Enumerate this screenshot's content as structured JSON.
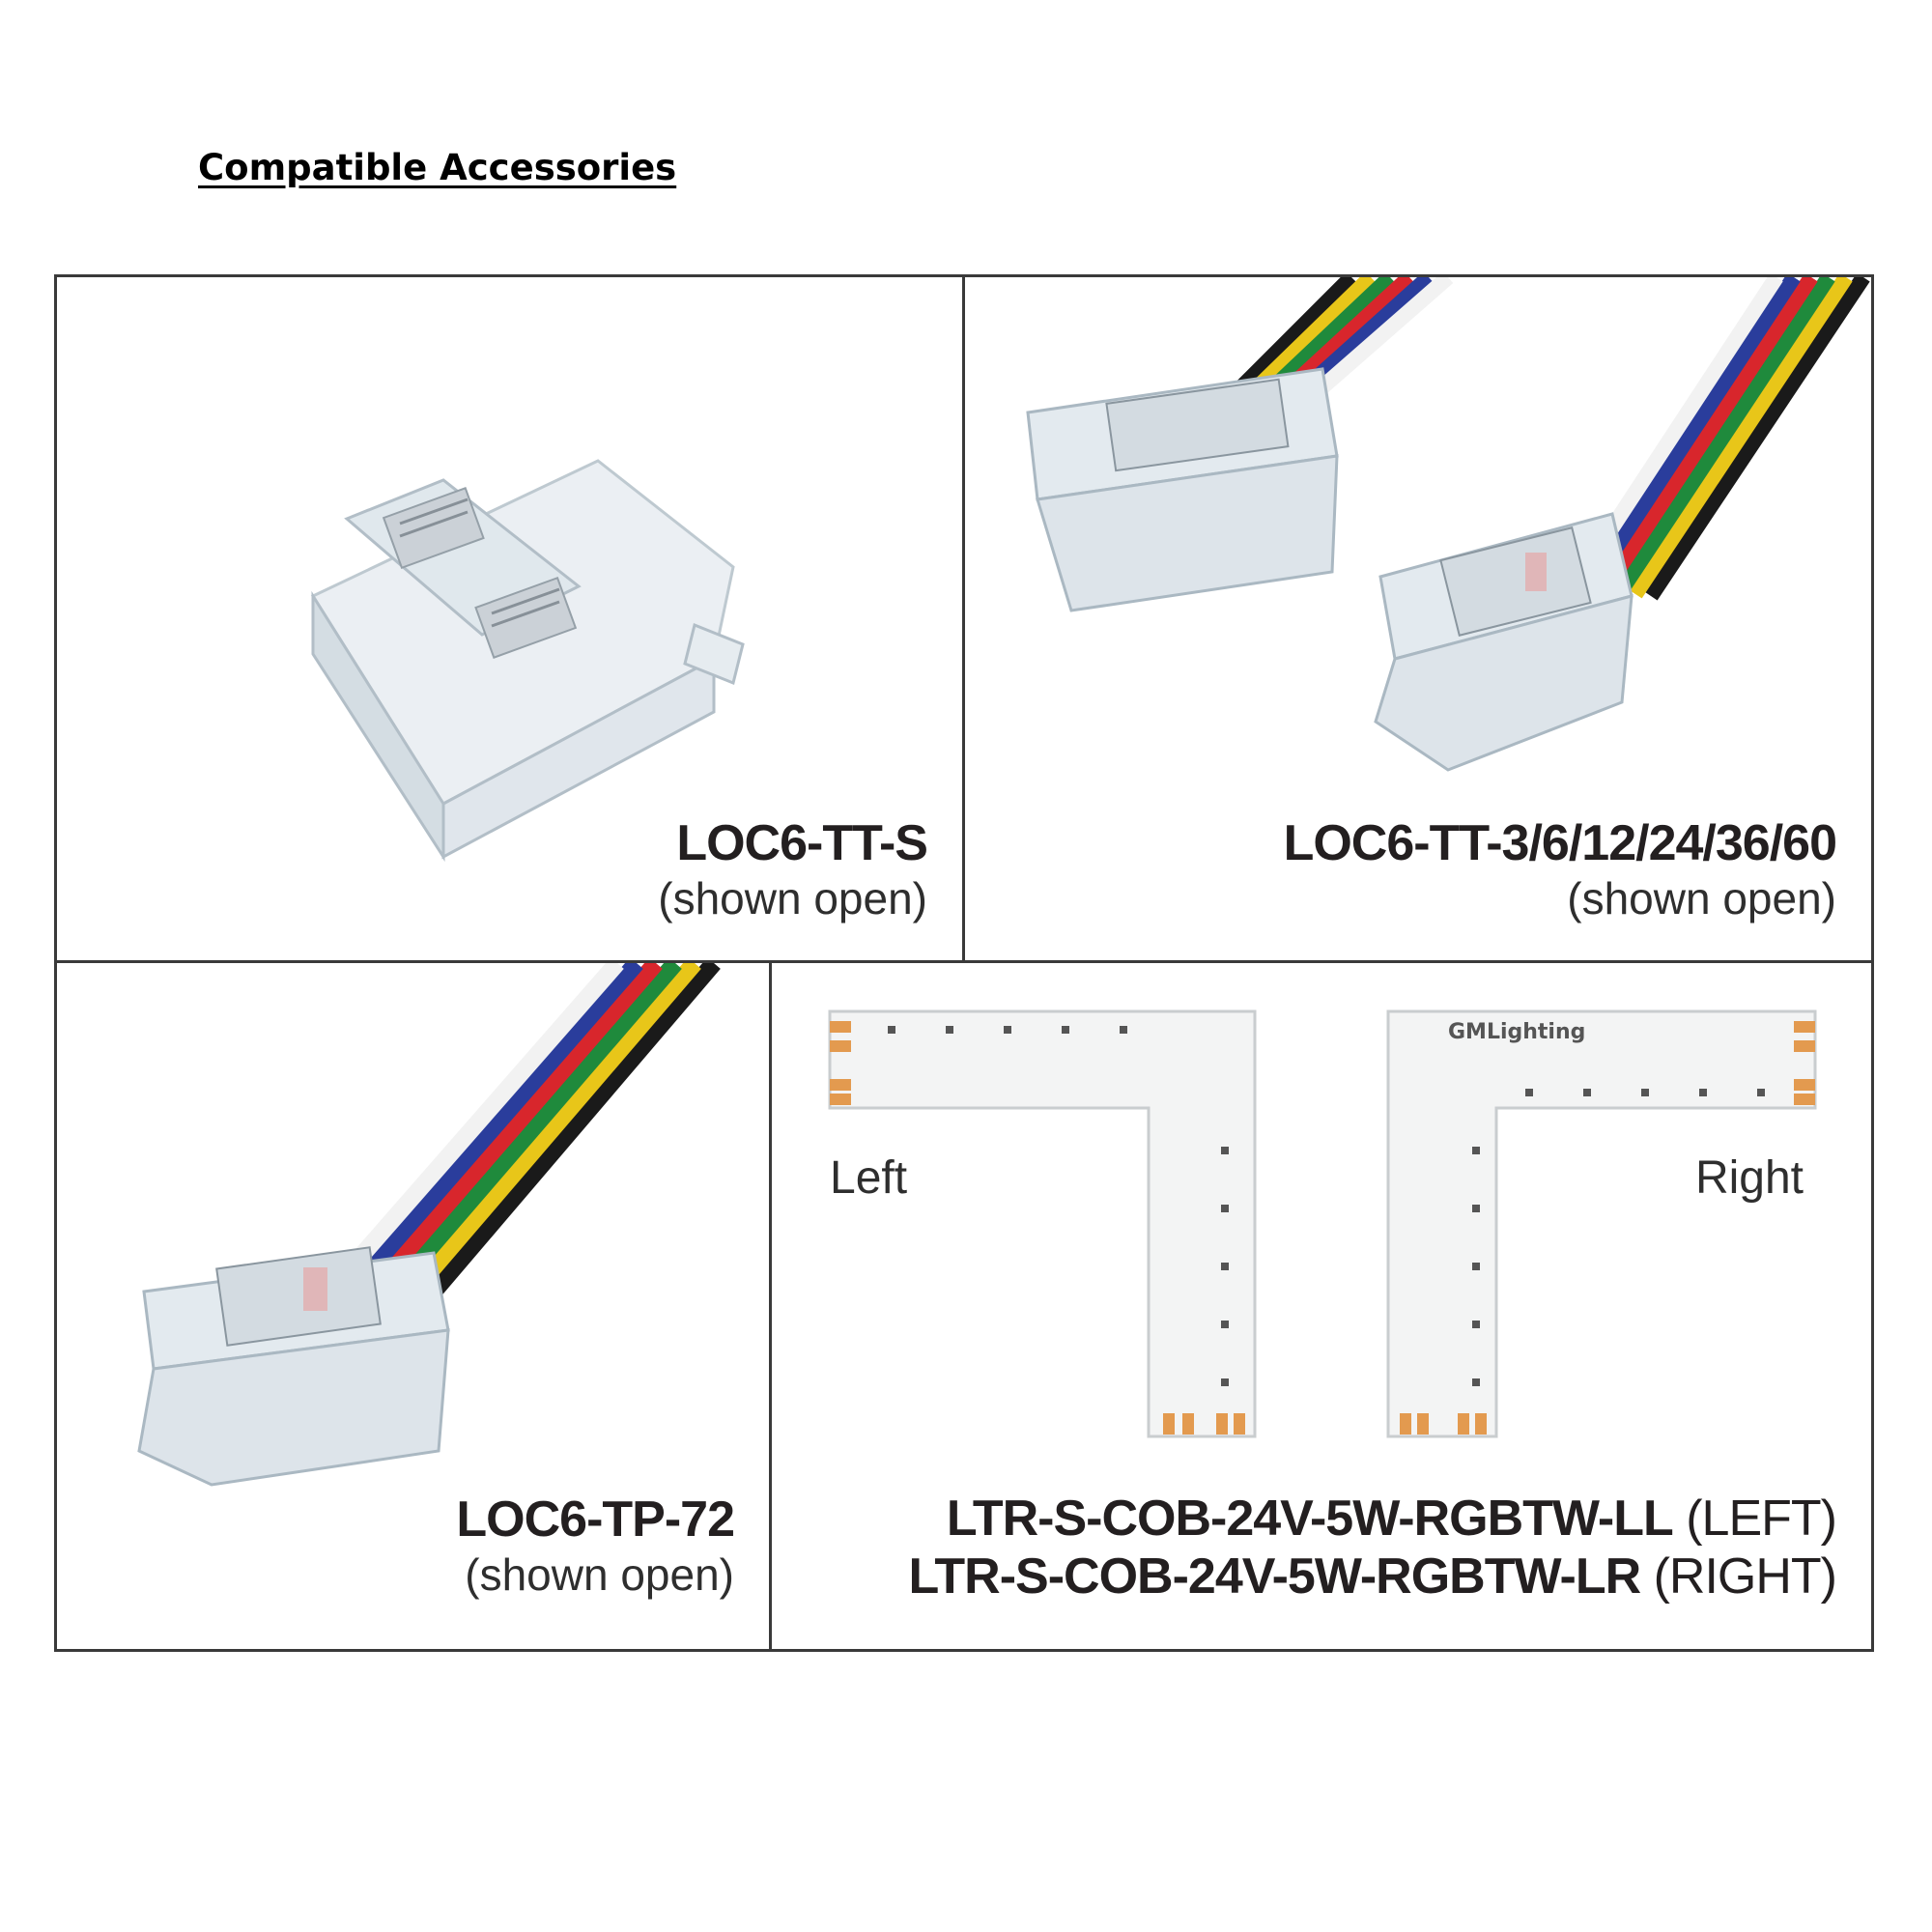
{
  "heading": "Compatible Accessories",
  "panels": [
    {
      "part": "LOC6-TT-S",
      "note": "(shown open)",
      "image_desc": "clear-connector"
    },
    {
      "part": "LOC6-TT-3/6/12/24/36/60",
      "note": "(shown open)",
      "image_desc": "clear-jumper-connectors"
    },
    {
      "part": "LOC6-TP-72",
      "note": "(shown open)",
      "image_desc": "clear-pigtail-connector"
    },
    {
      "left_label": "Left",
      "right_label": "Right",
      "lines": [
        {
          "part": "LTR-S-COB-24V-5W-RGBTW-LL",
          "suffix": " (LEFT)"
        },
        {
          "part": "LTR-S-COB-24V-5W-RGBTW-LR",
          "suffix": " (RIGHT)"
        }
      ],
      "brand": "GMLighting"
    }
  ],
  "colors": {
    "wire_black": "#1a1a1a",
    "wire_yellow": "#e8c619",
    "wire_green": "#1f8a3c",
    "wire_red": "#d8262c",
    "wire_blue": "#2a3d9c",
    "wire_white": "#f2f2f2",
    "pcb": "#f3f4f4",
    "pad": "#e39a4f"
  }
}
